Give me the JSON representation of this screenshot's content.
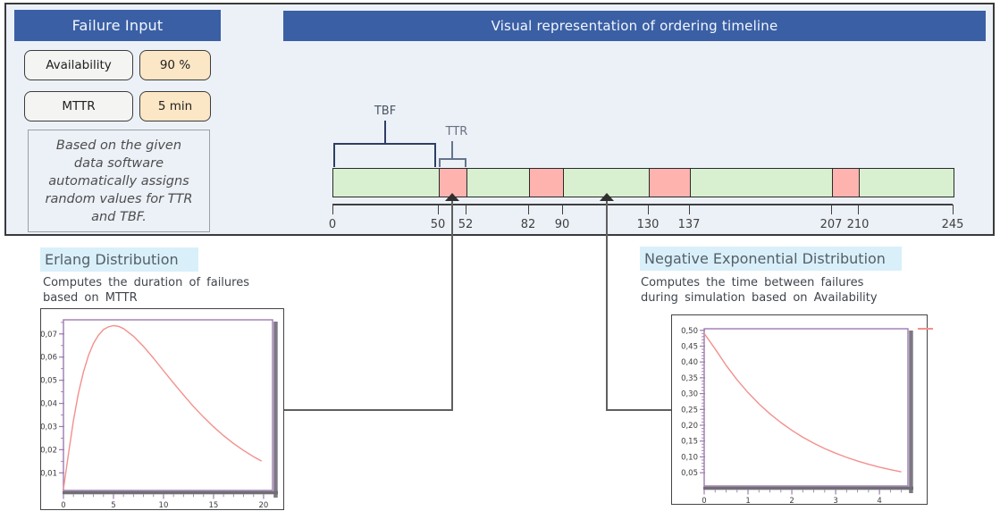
{
  "failure_input": {
    "title": "Failure Input",
    "fields": [
      {
        "label": "Availability",
        "value": "90 %"
      },
      {
        "label": "MTTR",
        "value": "5 min"
      }
    ],
    "note": "Based on the given\ndata software\nautomatically assigns\nrandom values for TTR\nand TBF."
  },
  "timeline_panel": {
    "title": "Visual representation of ordering timeline",
    "annotations": {
      "tbf": "TBF",
      "ttr": "TTR"
    },
    "axis_tick_values": [
      0,
      50,
      52,
      82,
      90,
      130,
      137,
      207,
      210,
      245
    ],
    "axis_tick_labels": [
      "0",
      "50",
      "52",
      "82",
      "90",
      "130",
      "137",
      "207",
      "210",
      "245"
    ],
    "segments": [
      {
        "from": 0,
        "to": 50,
        "state": "operational"
      },
      {
        "from": 50,
        "to": 52,
        "state": "failure"
      },
      {
        "from": 52,
        "to": 82,
        "state": "operational"
      },
      {
        "from": 82,
        "to": 90,
        "state": "failure"
      },
      {
        "from": 90,
        "to": 130,
        "state": "operational"
      },
      {
        "from": 130,
        "to": 137,
        "state": "failure"
      },
      {
        "from": 137,
        "to": 207,
        "state": "operational"
      },
      {
        "from": 207,
        "to": 210,
        "state": "failure"
      },
      {
        "from": 210,
        "to": 245,
        "state": "operational"
      }
    ],
    "colors": {
      "operational": "#d8f0cf",
      "failure": "#feb3af",
      "header_blue": "#3a5fa5",
      "highlight_cyan": "#d9f0fa",
      "value_field_peach": "#fbe7c6"
    }
  },
  "chart_data": [
    {
      "id": "erlang",
      "type": "line",
      "section_title": "Erlang Distribution",
      "description": "Computes the duration of failures\nbased on MTTR",
      "xlim": [
        0,
        20.9
      ],
      "ylim": [
        0.0024,
        0.0761
      ],
      "x_ticks": {
        "values": [
          0,
          5,
          10,
          15,
          20
        ],
        "labels": [
          "0",
          "5",
          "10",
          "15",
          "20"
        ],
        "minor_step": 1
      },
      "y_ticks": {
        "values": [
          0.01,
          0.02,
          0.03,
          0.04,
          0.05,
          0.06,
          0.07
        ],
        "labels": [
          "0,01",
          "0,02",
          "0,03",
          "0,04",
          "0,05",
          "0,06",
          "0,07"
        ],
        "minor_step": 0.005
      },
      "series": [
        {
          "name": "erlang-pdf",
          "color": "#f2908d",
          "points": [
            [
              0,
              0.003
            ],
            [
              0.5,
              0.0181
            ],
            [
              1,
              0.0327
            ],
            [
              1.5,
              0.0445
            ],
            [
              2,
              0.0536
            ],
            [
              2.5,
              0.0607
            ],
            [
              3,
              0.0659
            ],
            [
              3.5,
              0.0695
            ],
            [
              4,
              0.0719
            ],
            [
              4.5,
              0.0731
            ],
            [
              5,
              0.0736
            ],
            [
              5.5,
              0.0733
            ],
            [
              6,
              0.0723
            ],
            [
              7,
              0.069
            ],
            [
              8,
              0.0646
            ],
            [
              9,
              0.0595
            ],
            [
              10,
              0.0541
            ],
            [
              11,
              0.0488
            ],
            [
              12,
              0.0436
            ],
            [
              13,
              0.0386
            ],
            [
              14,
              0.0341
            ],
            [
              15,
              0.0299
            ],
            [
              16,
              0.0261
            ],
            [
              17,
              0.0227
            ],
            [
              18,
              0.0197
            ],
            [
              19,
              0.017
            ],
            [
              19.8,
              0.0151
            ]
          ]
        }
      ]
    },
    {
      "id": "negexp",
      "type": "line",
      "section_title": "Negative Exponential Distribution",
      "description": "Computes the time between failures\nduring simulation based on Availability",
      "xlim": [
        0,
        4.65
      ],
      "ylim": [
        0.008,
        0.505
      ],
      "x_ticks": {
        "values": [
          0,
          1,
          2,
          3,
          4
        ],
        "labels": [
          "0",
          "1",
          "2",
          "3",
          "4"
        ],
        "minor_step": 0.25
      },
      "y_ticks": {
        "values": [
          0.05,
          0.1,
          0.15,
          0.2,
          0.25,
          0.3,
          0.35,
          0.4,
          0.45,
          0.5
        ],
        "labels": [
          "0,05",
          "0,10",
          "0,15",
          "0,20",
          "0,25",
          "0,30",
          "0,35",
          "0,40",
          "0,45",
          "0,50"
        ],
        "minor_step": 0.01
      },
      "series": [
        {
          "name": "negexp-pdf",
          "color": "#f2908d",
          "points": [
            [
              0,
              0.49
            ],
            [
              0.25,
              0.441
            ],
            [
              0.5,
              0.3894
            ],
            [
              0.75,
              0.3436
            ],
            [
              1,
              0.3033
            ],
            [
              1.25,
              0.2676
            ],
            [
              1.5,
              0.2362
            ],
            [
              1.75,
              0.2084
            ],
            [
              2,
              0.1839
            ],
            [
              2.25,
              0.1623
            ],
            [
              2.5,
              0.1433
            ],
            [
              2.75,
              0.1264
            ],
            [
              3,
              0.1116
            ],
            [
              3.25,
              0.0985
            ],
            [
              3.5,
              0.0869
            ],
            [
              3.75,
              0.0767
            ],
            [
              4,
              0.0677
            ],
            [
              4.25,
              0.0597
            ],
            [
              4.5,
              0.0527
            ]
          ]
        }
      ]
    }
  ]
}
